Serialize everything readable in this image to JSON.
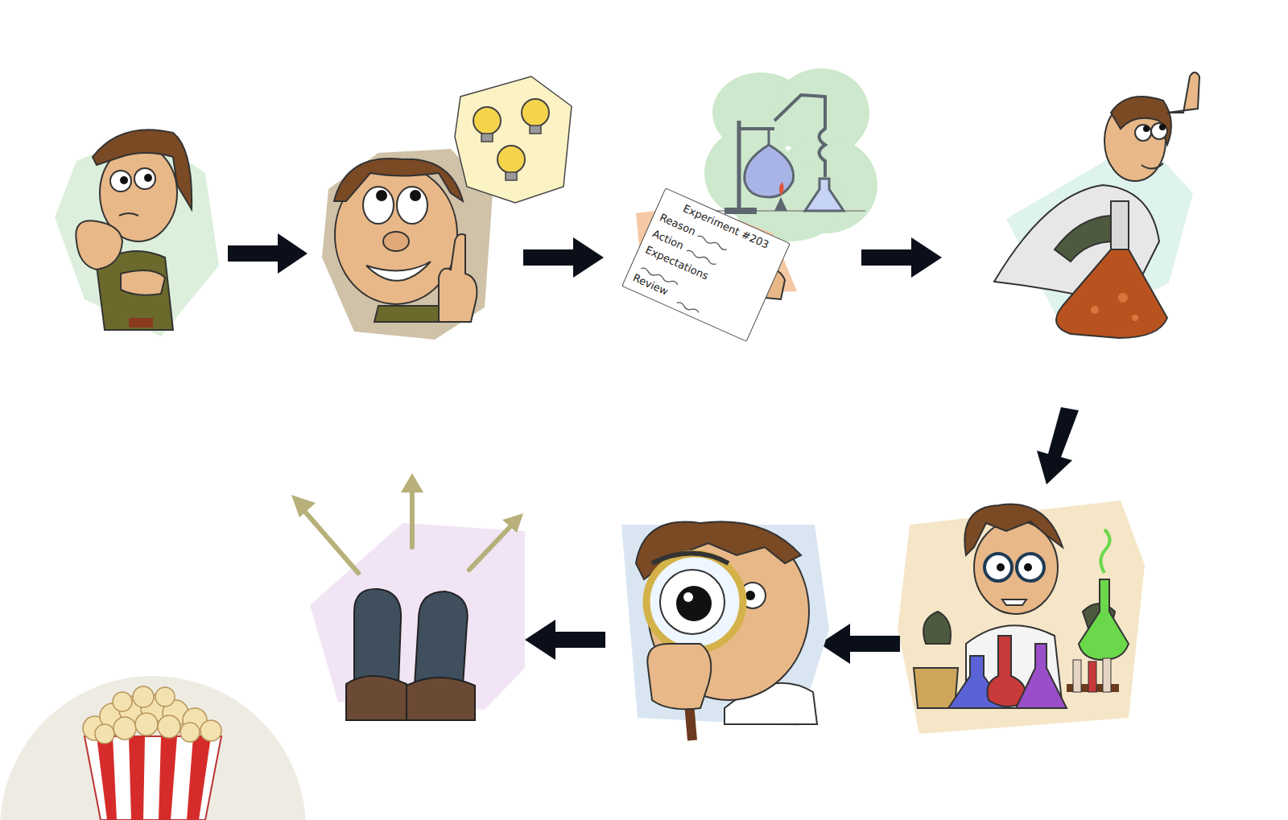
{
  "diagram": {
    "labels": [
      "Experiment #203",
      "Reason",
      "Action",
      "Expectations",
      "Review"
    ]
  }
}
